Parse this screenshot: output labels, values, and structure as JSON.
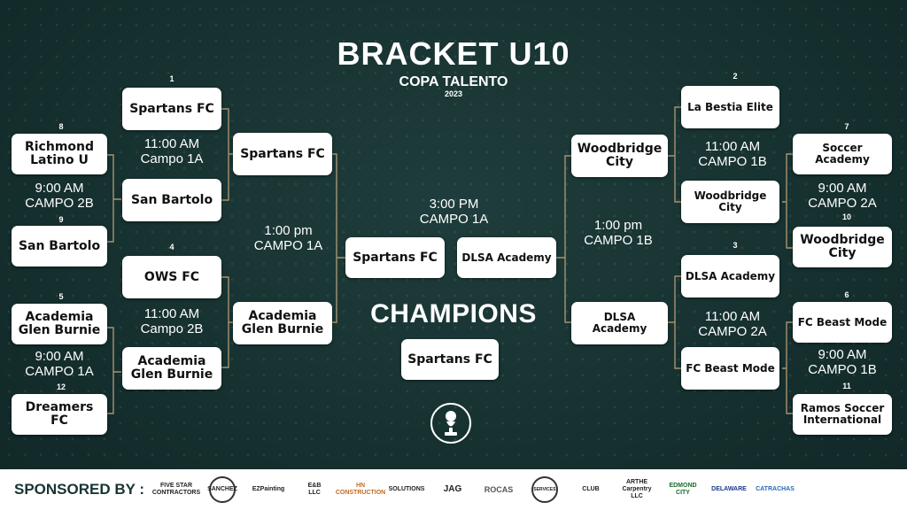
{
  "header": {
    "title": "BRACKET U10",
    "subtitle": "COPA TALENTO",
    "year": "2023"
  },
  "left": {
    "r1": [
      {
        "seed": "8",
        "team": "Richmond\nLatino U"
      },
      {
        "seed": "9",
        "team": "San Bartolo"
      },
      {
        "seed": "5",
        "team": "Academia\nGlen Burnie"
      },
      {
        "seed": "12",
        "team": "Dreamers FC"
      }
    ],
    "r1_info": [
      "9:00 AM\nCAMPO 2B",
      "9:00 AM\nCAMPO 1A"
    ],
    "r2": [
      {
        "seed": "1",
        "team": "Spartans FC"
      },
      {
        "seed": "",
        "team": "San Bartolo"
      },
      {
        "seed": "4",
        "team": "OWS FC"
      },
      {
        "seed": "",
        "team": "Academia\nGlen Burnie"
      }
    ],
    "r2_info": [
      "11:00 AM\nCampo 1A",
      "11:00 AM\nCampo 2B"
    ],
    "semi": [
      "Spartans FC",
      "Academia\nGlen Burnie"
    ],
    "semi_info": "1:00 pm\nCAMPO 1A",
    "final": "Spartans FC"
  },
  "right": {
    "r1": [
      {
        "seed": "7",
        "team": "Soccer Academy"
      },
      {
        "seed": "10",
        "team": "Woodbridge\nCity"
      },
      {
        "seed": "6",
        "team": "FC Beast Mode"
      },
      {
        "seed": "11",
        "team": "Ramos Soccer\nInternational"
      }
    ],
    "r1_info": [
      "9:00 AM\nCAMPO 2A",
      "9:00 AM\nCAMPO 1B"
    ],
    "r2": [
      {
        "seed": "2",
        "team": "La Bestia Elite"
      },
      {
        "seed": "",
        "team": "Woodbridge\nCity"
      },
      {
        "seed": "3",
        "team": "DLSA Academy"
      },
      {
        "seed": "",
        "team": "FC Beast Mode"
      }
    ],
    "r2_info": [
      "11:00 AM\nCAMPO 1B",
      "11:00 AM\nCAMPO 2A"
    ],
    "semi": [
      "Woodbridge\nCity",
      "DLSA Academy"
    ],
    "semi_info": "1:00 pm\nCAMPO 1B",
    "final": "DLSA Academy"
  },
  "final_info": "3:00 PM\nCAMPO 1A",
  "champions": {
    "title": "CHAMPIONS",
    "team": "Spartans FC"
  },
  "footer": {
    "label": "SPONSORED BY :",
    "sponsors": [
      "FIVE STAR\nCONTRACTORS",
      "SANCHEZ",
      "EZPainting",
      "E&B\nLLC",
      "HN\nCONSTRUCTION",
      "SOLUTIONS",
      "JAG",
      "ROCAS",
      "SERVICES",
      "CLUB",
      "ARTHE\nCarpentry LLC",
      "EDMOND\nCITY",
      "DELAWARE",
      "CATRACHAS"
    ]
  }
}
